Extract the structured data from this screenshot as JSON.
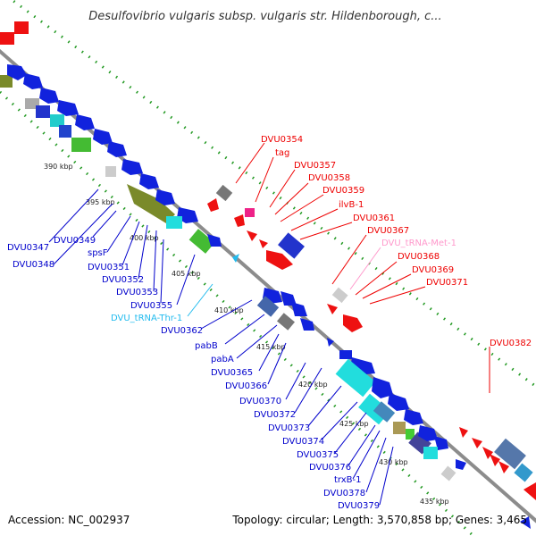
{
  "title": "Desulfovibrio vulgaris subsp. vulgaris str. Hildenborough, c...",
  "footer": {
    "accession": "Accession: NC_002937",
    "topology": "Topology: circular; Length: 3,570,858 bp; Genes: 3,465"
  },
  "colors": {
    "reverse_label": "#0000cc",
    "forward_label": "#ee0000",
    "trna_reverse": "#22bbee",
    "trna_forward": "#ff99cc",
    "backbone": "#8c8c8c",
    "tick": "#229922"
  },
  "ticks": [
    "390 kbp",
    "395 kbp",
    "400 kbp",
    "405 kbp",
    "410 kbp",
    "415 kbp",
    "420 kbp",
    "425 kbp",
    "430 kbp",
    "435 kbp"
  ],
  "reverse_labels": [
    "DVU0347",
    "DVU0348",
    "DVU0349",
    "spsF",
    "DVU0351",
    "DVU0352",
    "DVU0353",
    "DVU0355",
    "DVU_tRNA-Thr-1",
    "DVU0362",
    "pabB",
    "pabA",
    "DVU0365",
    "DVU0366",
    "DVU0370",
    "DVU0372",
    "DVU0373",
    "DVU0374",
    "DVU0375",
    "DVU0376",
    "trxB-1",
    "DVU0378",
    "DVU0379"
  ],
  "forward_labels": [
    "DVU0354",
    "tag",
    "DVU0357",
    "DVU0358",
    "DVU0359",
    "ilvB-1",
    "DVU0361",
    "DVU0367",
    "DVU_tRNA-Met-1",
    "DVU0368",
    "DVU0369",
    "DVU0371",
    "DVU0382"
  ]
}
